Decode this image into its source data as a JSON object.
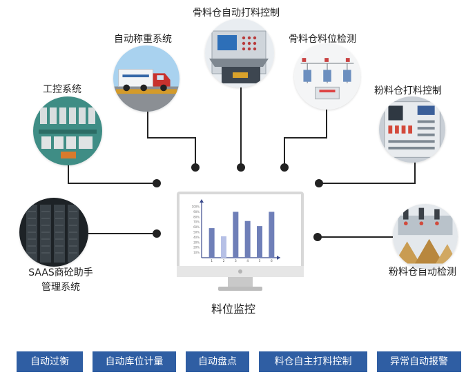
{
  "nodes": {
    "aggregate_control": "骨料仓自动打料控制",
    "weighing": "自动称重系统",
    "aggregate_level": "骨料仓料位检测",
    "industrial": "工控系统",
    "powder_control": "粉料仓打料控制",
    "saas_line1": "SAAS商砼助手",
    "saas_line2": "管理系统",
    "powder_detect": "粉料仓自动检测"
  },
  "center": {
    "label": "料位监控"
  },
  "chart_data": {
    "type": "bar",
    "categories": [
      "1",
      "2",
      "3",
      "4",
      "5",
      "6"
    ],
    "values": [
      58,
      42,
      90,
      72,
      62,
      90
    ],
    "y_ticks": [
      "10%",
      "20%",
      "30%",
      "40%",
      "50%",
      "60%",
      "70%",
      "80%",
      "90%",
      "100%"
    ],
    "ylim": [
      0,
      100
    ],
    "colors": [
      "#6f7fb8",
      "#b6c0e6"
    ],
    "title": "",
    "xlabel": "",
    "ylabel": ""
  },
  "features": [
    "自动过衡",
    "自动库位计量",
    "自动盘点",
    "料仓自主打料控制",
    "异常自动报警"
  ],
  "colors": {
    "tag_bg": "#2f5ea3",
    "connector": "#222222",
    "monitor_frame": "#d8d8d8"
  }
}
